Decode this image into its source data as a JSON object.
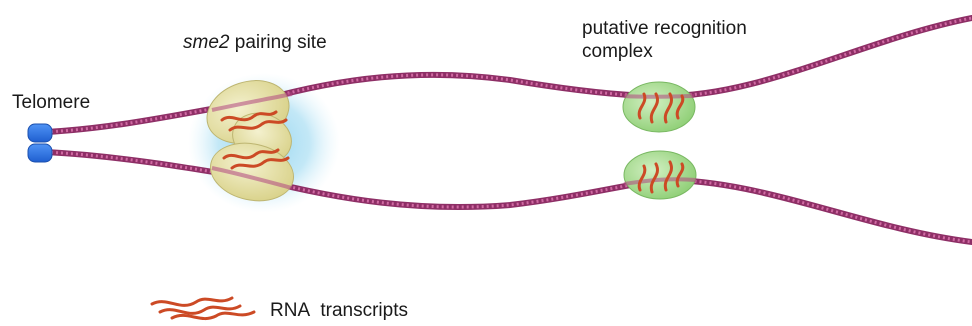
{
  "labels": {
    "telomere": "Telomere",
    "pairing_gene": "sme2",
    "pairing_rest": " pairing site",
    "recognition_line1": "putative recognition",
    "recognition_line2": "complex",
    "rna_legend": "RNA transcripts"
  },
  "colors": {
    "chromosome": "#b0457f",
    "telomere": "#2a6fe0",
    "pairing_glow": "#9fd9f0",
    "pairing_complex": "#e8e3a6",
    "recognition_complex": "#a7dd8e",
    "rna": "#d0512a"
  },
  "icons": {
    "telomere": "telomere-caps",
    "pairing_site": "pairing-complex-ellipses",
    "recognition": "recognition-complex-ellipses",
    "rna": "rna-squiggle"
  }
}
